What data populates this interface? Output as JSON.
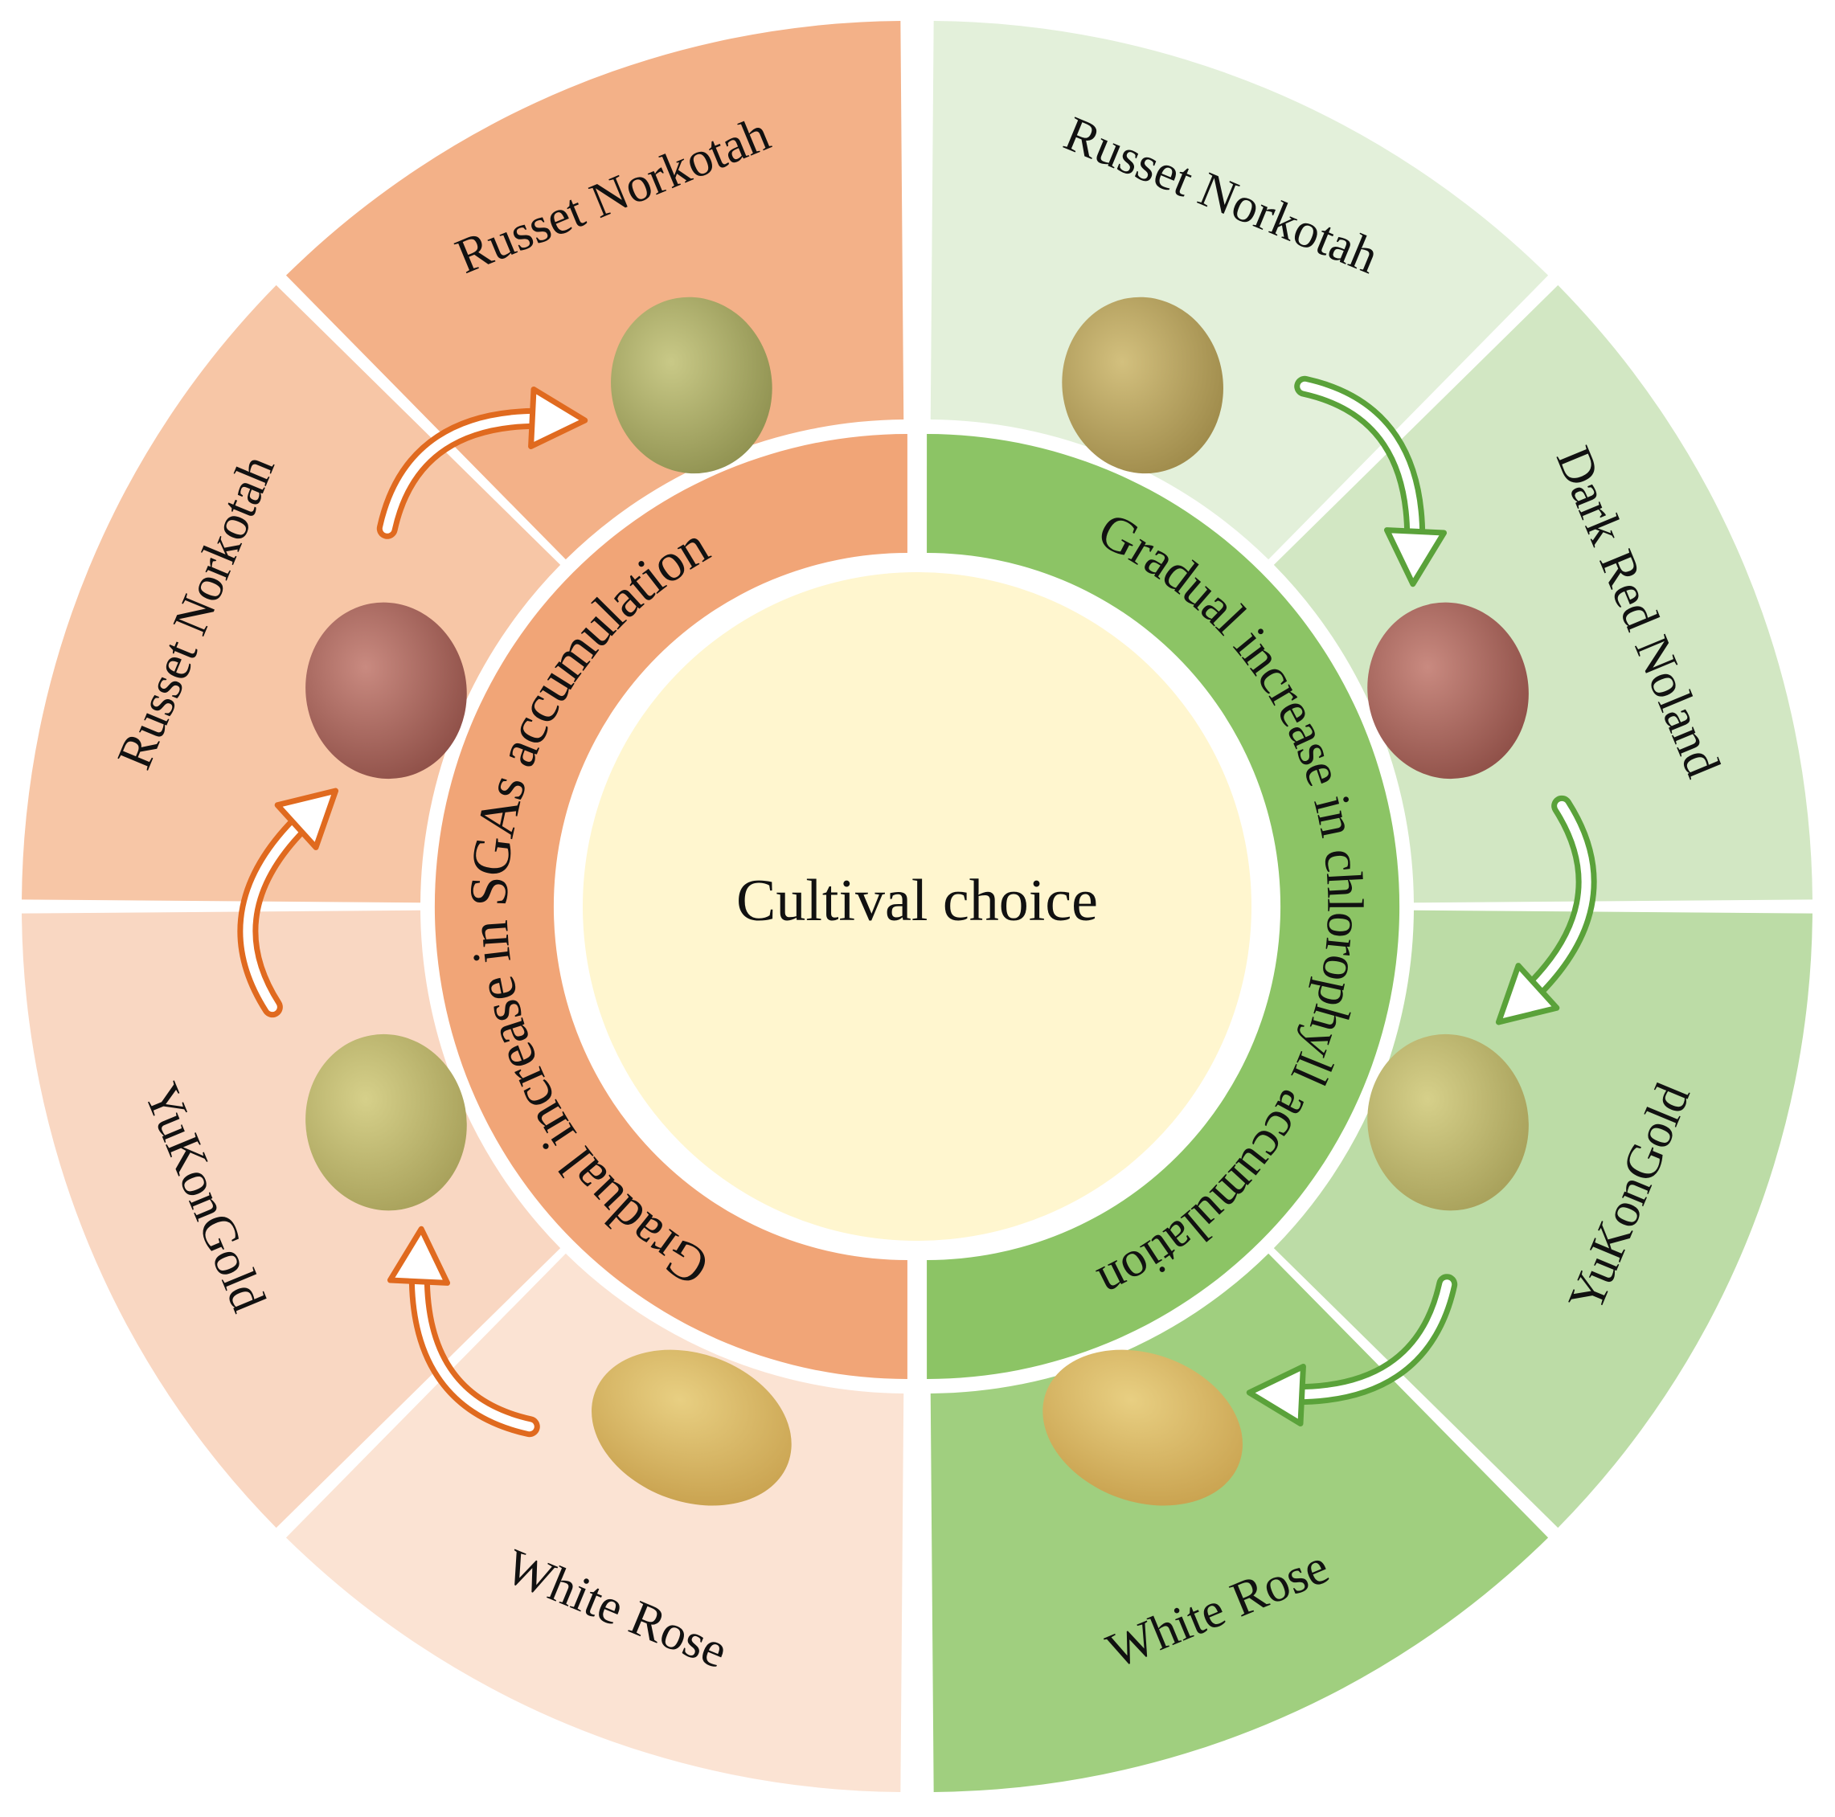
{
  "center": {
    "label": "Cultival choice",
    "color": "#fff6cf"
  },
  "left_half": {
    "band_label": "Gradual increase in SGAs accumulation",
    "band_color": "#f1a577",
    "arrow_color": "#e06a1f",
    "sectors": [
      {
        "name": "White Rose",
        "color": "#fbe3d3",
        "potato": "potato-yellow-large"
      },
      {
        "name": "YuKonGold",
        "color": "#f9d7c2",
        "potato": "potato-yellow"
      },
      {
        "name": "Russet Norkotah",
        "color": "#f7c6a6",
        "potato": "potato-red"
      },
      {
        "name": "Russet Norkotah",
        "color": "#f3b188",
        "potato": "potato-green"
      }
    ]
  },
  "right_half": {
    "band_label": "Gradual increase in chlorophyll accumulation",
    "band_color": "#8cc465",
    "arrow_color": "#5aa23a",
    "sectors": [
      {
        "name": "Russet Norkotah",
        "color": "#e3f0da",
        "potato": "potato-tan"
      },
      {
        "name": "Dark Red Noland",
        "color": "#d2e7c3",
        "potato": "potato-red"
      },
      {
        "name": "YuKonGold",
        "color": "#bcdca6",
        "potato": "potato-yellow"
      },
      {
        "name": "White Rose",
        "color": "#a0cf7f",
        "potato": "potato-yellow-large"
      }
    ]
  },
  "potato_colors": {
    "potato-yellow-large": [
      "#e8cf82",
      "#c9a24f"
    ],
    "potato-yellow": [
      "#d6d08a",
      "#a7a05a"
    ],
    "potato-red": [
      "#c98a80",
      "#8e4f47"
    ],
    "potato-green": [
      "#c9c987",
      "#8f9150"
    ],
    "potato-tan": [
      "#d3c07e",
      "#9e8a4a"
    ]
  }
}
